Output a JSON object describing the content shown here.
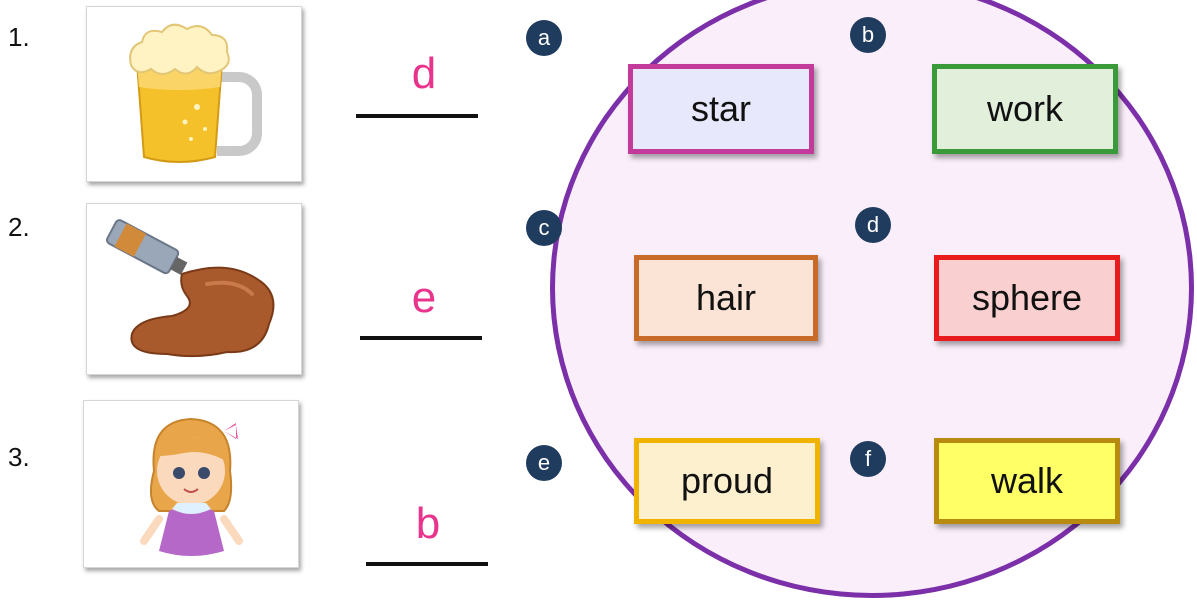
{
  "items": [
    {
      "number": "1.",
      "picture": "beer-mug",
      "answer": "d"
    },
    {
      "number": "2.",
      "picture": "paint-tube",
      "answer": "e"
    },
    {
      "number": "3.",
      "picture": "girl",
      "answer": "b"
    }
  ],
  "choices": [
    {
      "letter": "a",
      "word": "star",
      "border": "#c23a9a",
      "fill": "#e7e8fb"
    },
    {
      "letter": "b",
      "word": "work",
      "border": "#3a9a3a",
      "fill": "#e2efdb"
    },
    {
      "letter": "c",
      "word": "hair",
      "border": "#c86a28",
      "fill": "#fbe3d6"
    },
    {
      "letter": "d",
      "word": "sphere",
      "border": "#e81c1c",
      "fill": "#f9cfcf"
    },
    {
      "letter": "e",
      "word": "proud",
      "border": "#f0b400",
      "fill": "#fdf0cf"
    },
    {
      "letter": "f",
      "word": "walk",
      "border": "#b88a10",
      "fill": "#ffff66"
    }
  ],
  "colors": {
    "answer": "#e8348c",
    "circle_border": "#7b2fa8",
    "circle_fill": "#f9eef9",
    "badge": "#1f3b5e"
  }
}
